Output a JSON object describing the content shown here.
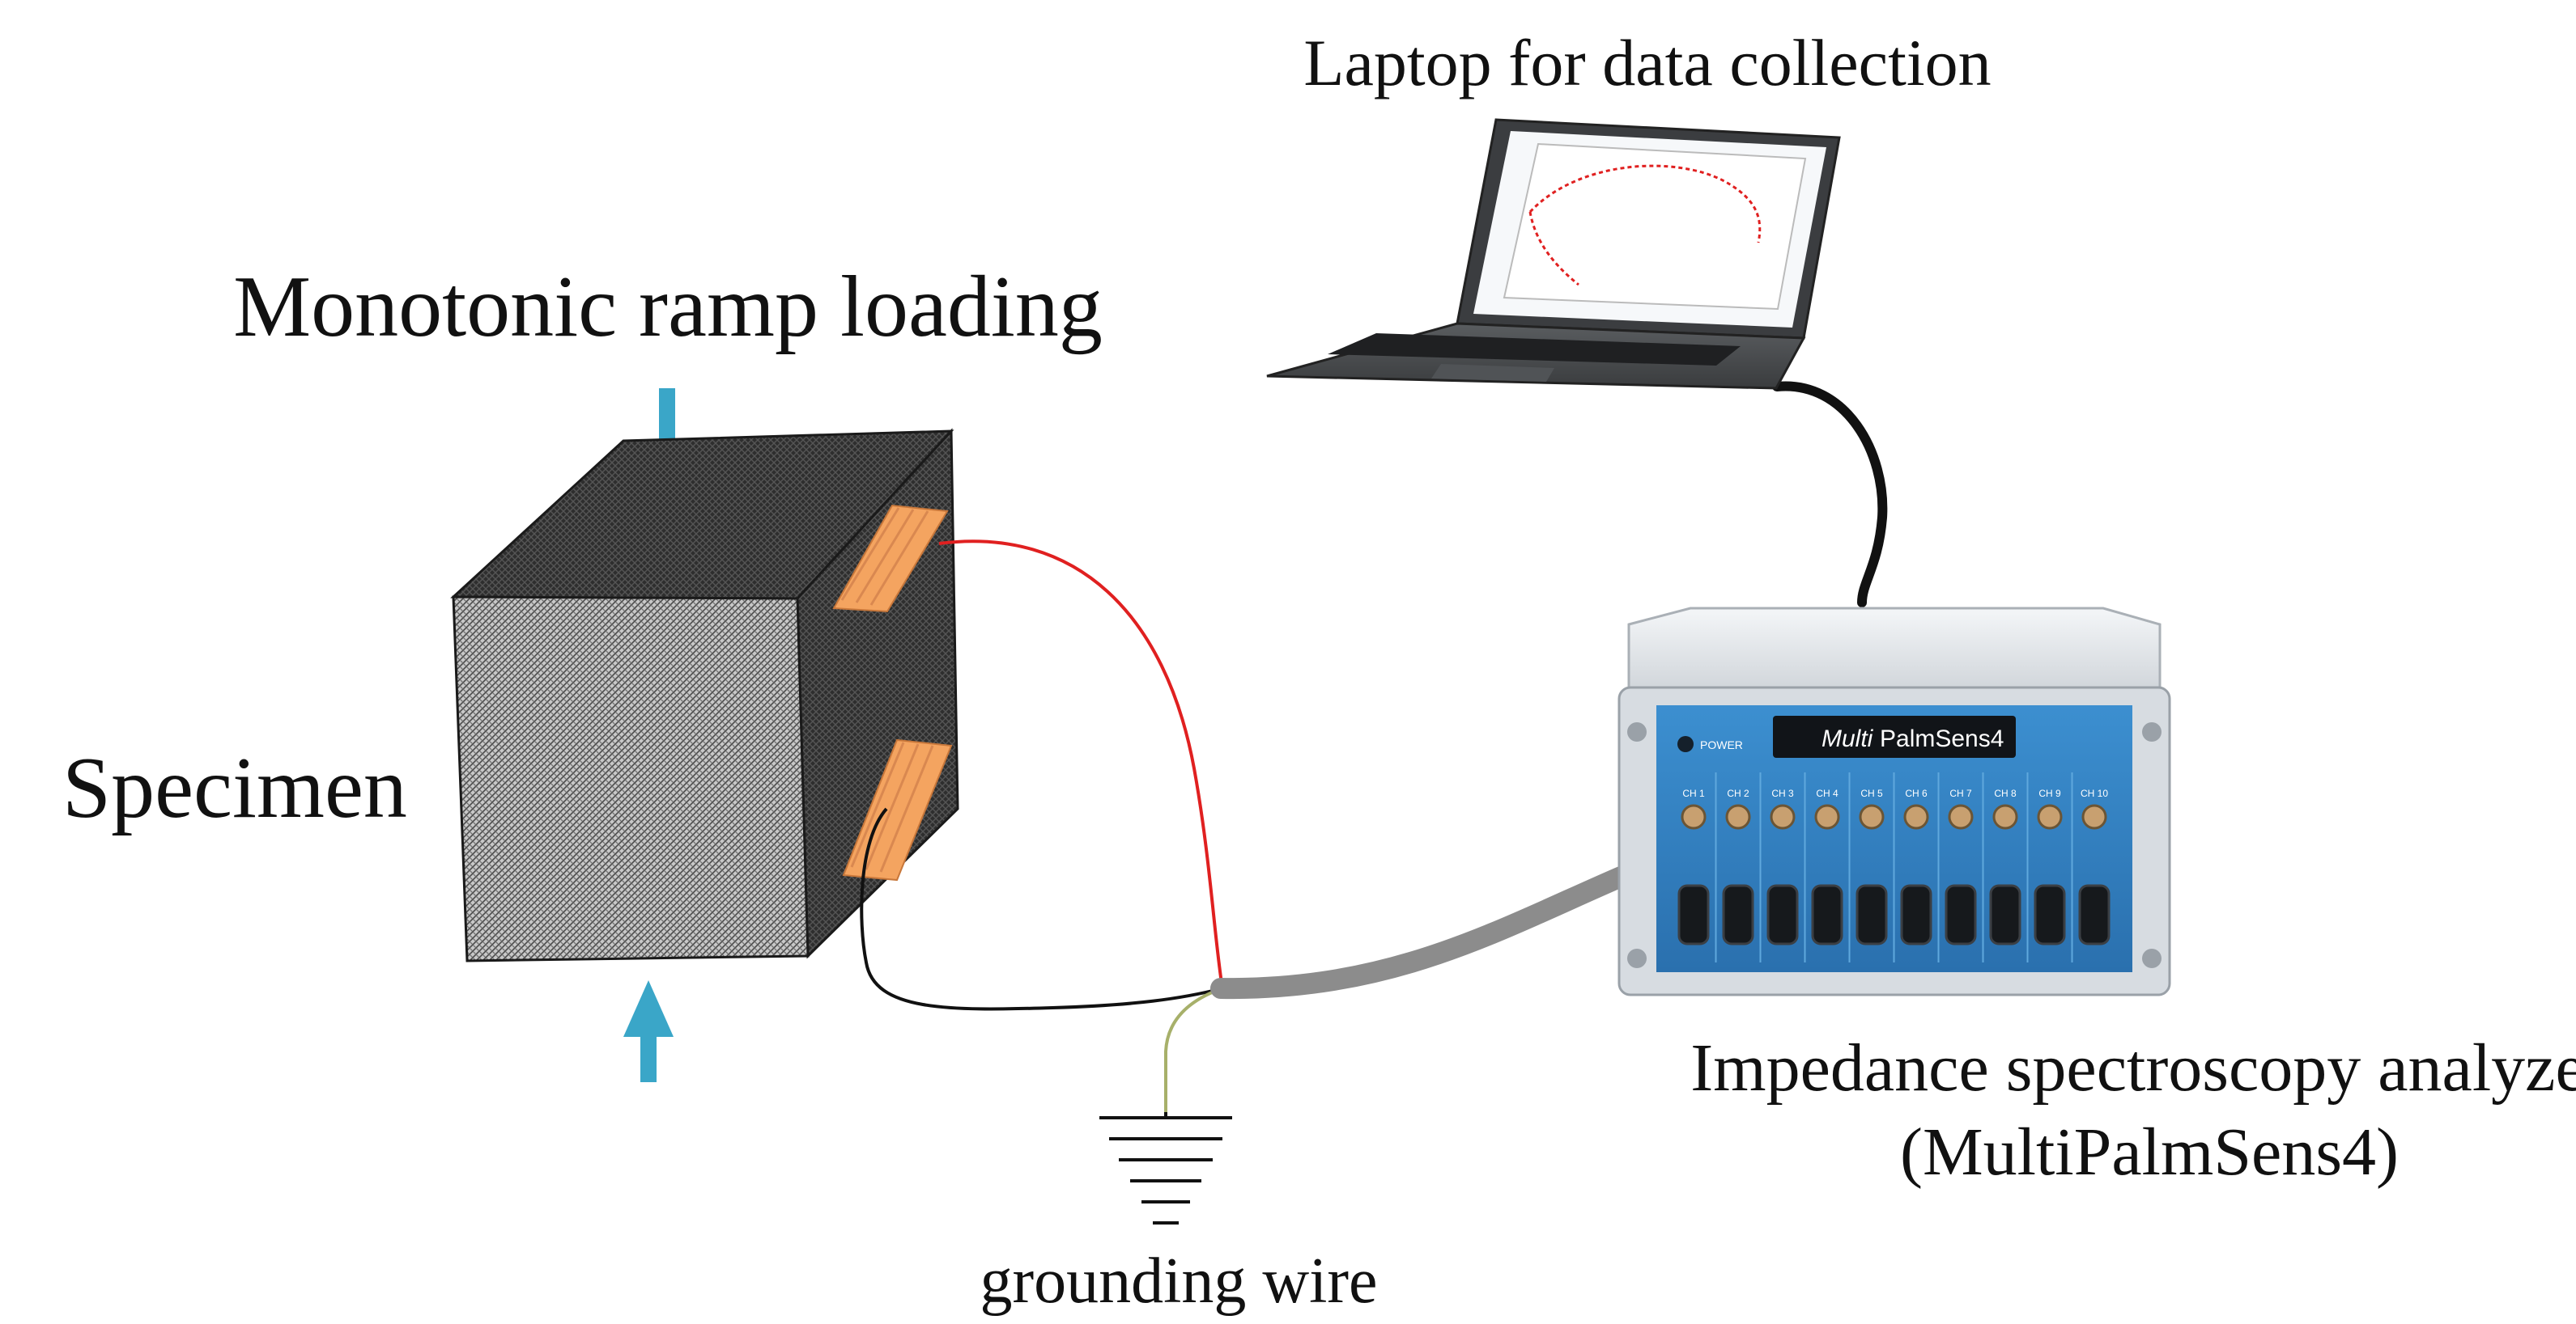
{
  "labels": {
    "laptop": "Laptop for data collection",
    "loading": "Monotonic ramp loading",
    "specimen": "Specimen",
    "analyzer_line1": "Impedance spectroscopy analyzer",
    "analyzer_line2": "(MultiPalmSens4)",
    "ground": "grounding wire"
  },
  "device": {
    "brand_prefix": "Multi",
    "brand_main": "PalmSens4",
    "power_label": "POWER",
    "channels": [
      "CH 1",
      "CH 2",
      "CH 3",
      "CH 4",
      "CH 5",
      "CH 6",
      "CH 7",
      "CH 8",
      "CH 9",
      "CH 10"
    ]
  },
  "colors": {
    "specimen_dark": "#3a3a3a",
    "specimen_front": "#9a9a9a",
    "electrode": "#f4a460",
    "arrow": "#3aa6c8",
    "wire_red": "#e02020",
    "wire_black": "#111111",
    "wire_ground": "#a7b06a",
    "cable_gray": "#8c8c8c",
    "device_blue": "#2f7fc0",
    "device_silver": "#dfe3e7"
  }
}
